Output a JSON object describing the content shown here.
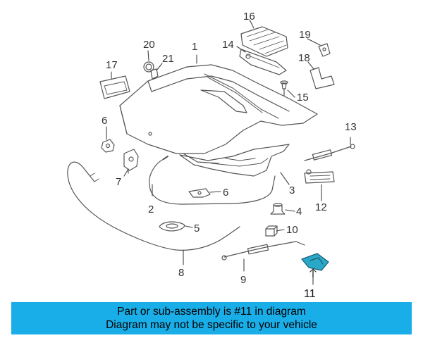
{
  "callouts": {
    "c1": "1",
    "c2": "2",
    "c3": "3",
    "c4": "4",
    "c5": "5",
    "c6a": "6",
    "c6b": "6",
    "c7": "7",
    "c8": "8",
    "c9": "9",
    "c10": "10",
    "c11": "11",
    "c12": "12",
    "c13": "13",
    "c14": "14",
    "c15": "15",
    "c16": "16",
    "c17": "17",
    "c18": "18",
    "c19": "19",
    "c20": "20",
    "c21": "21"
  },
  "banner": {
    "line1": "Part or sub-assembly is #11 in diagram",
    "line2": "Diagram may not be specific to your vehicle",
    "color": "#1aaee8"
  },
  "highlight_color": "#2aa8c8"
}
